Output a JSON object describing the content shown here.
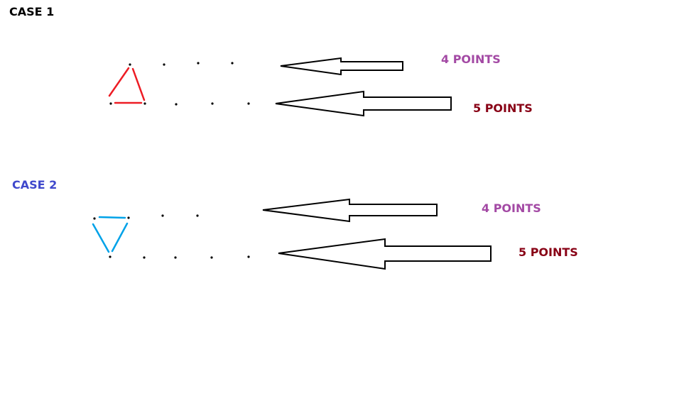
{
  "colors": {
    "background": "#ffffff",
    "dot": "#000000",
    "arrow_stroke": "#000000",
    "case1_title": "#000000",
    "case2_title": "#3f48cc",
    "four_points": "#a349a4",
    "five_points": "#880015",
    "triangle_case1": "#ed1c24",
    "triangle_case2": "#00a2e8"
  },
  "case1": {
    "title": "CASE 1",
    "shape": "triangle-pointing-up",
    "rows": [
      {
        "label": "4 POINTS",
        "points": 4
      },
      {
        "label": "5 POINTS",
        "points": 5
      }
    ]
  },
  "case2": {
    "title": "CASE 2",
    "shape": "triangle-pointing-down",
    "rows": [
      {
        "label": "4 POINTS",
        "points": 4
      },
      {
        "label": "5 POINTS",
        "points": 5
      }
    ]
  }
}
